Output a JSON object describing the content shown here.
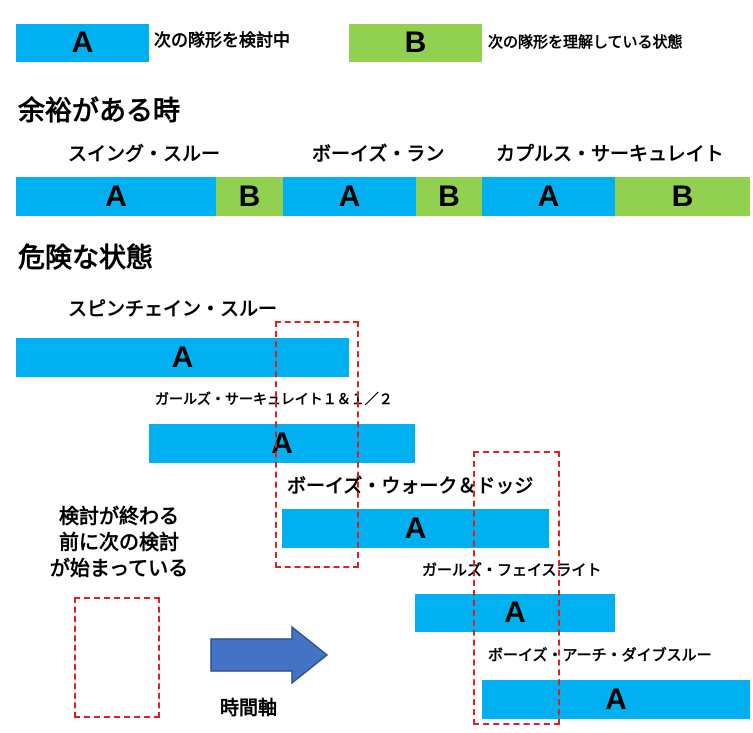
{
  "legend": {
    "a_letter": "A",
    "a_label": "次の隊形を検討中",
    "b_letter": "B",
    "b_label": "次の隊形を理解している状態",
    "colors": {
      "a": "#00b0f0",
      "b": "#92d050"
    }
  },
  "safe": {
    "heading": "余裕がある時",
    "moves": [
      {
        "name": "スイング・スルー",
        "a": "A",
        "b": "B"
      },
      {
        "name": "ボーイズ・ラン",
        "a": "A",
        "b": "B"
      },
      {
        "name": "カプルス・サーキュレイト",
        "a": "A",
        "b": "B"
      }
    ]
  },
  "danger": {
    "heading": "危険な状態",
    "moves": [
      {
        "name": "スピンチェイン・スルー",
        "a": "A"
      },
      {
        "name": "ガールズ・サーキュレイト１＆１／２",
        "a": "A"
      },
      {
        "name": "ボーイズ・ウォーク＆ドッジ",
        "a": "A"
      },
      {
        "name": "ガールズ・フェイスライト",
        "a": "A"
      },
      {
        "name": "ボーイズ・アーチ・ダイブスルー",
        "a": "A"
      }
    ],
    "note_lines": [
      "検討が終わる",
      "前に次の検討",
      "が始まっている"
    ],
    "time_axis_label": "時間軸",
    "overlap_color": "#e02020",
    "arrow_color": "#4472c4"
  }
}
